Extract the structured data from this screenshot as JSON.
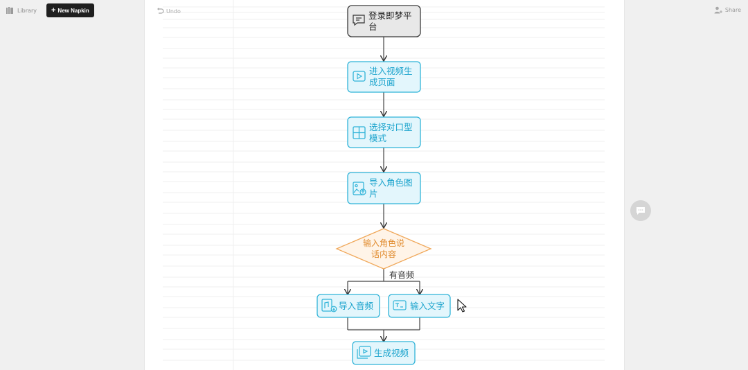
{
  "toolbar": {
    "library_label": "Library",
    "new_button_label": "New Napkin",
    "undo_label": "Undo",
    "share_label": "Share"
  },
  "colors": {
    "accent_blue": "#2fb3d8",
    "node_fill_blue": "#e3f6fc",
    "start_fill": "#e8e8e8",
    "decision_stroke": "#f0a85a",
    "decision_fill": "#fff4e8",
    "decision_text": "#e08a2c"
  },
  "flowchart": {
    "start": {
      "line1": "登录即梦平",
      "line2": "台",
      "icon": "chat-message-icon"
    },
    "step2": {
      "line1": "进入视频生",
      "line2": "成页面",
      "icon": "video-play-icon"
    },
    "step3": {
      "line1": "选择对口型",
      "line2": "模式",
      "icon": "grid-icon"
    },
    "step4": {
      "line1": "导入角色图",
      "line2": "片",
      "icon": "image-upload-icon"
    },
    "decision": {
      "line1": "输入角色说",
      "line2": "话内容"
    },
    "branch_label": "有音频",
    "branch_left": {
      "label": "导入音频",
      "icon": "audio-file-icon"
    },
    "branch_right": {
      "label": "输入文字",
      "icon": "text-input-icon"
    },
    "end": {
      "label": "生成视频",
      "icon": "video-library-icon"
    }
  }
}
